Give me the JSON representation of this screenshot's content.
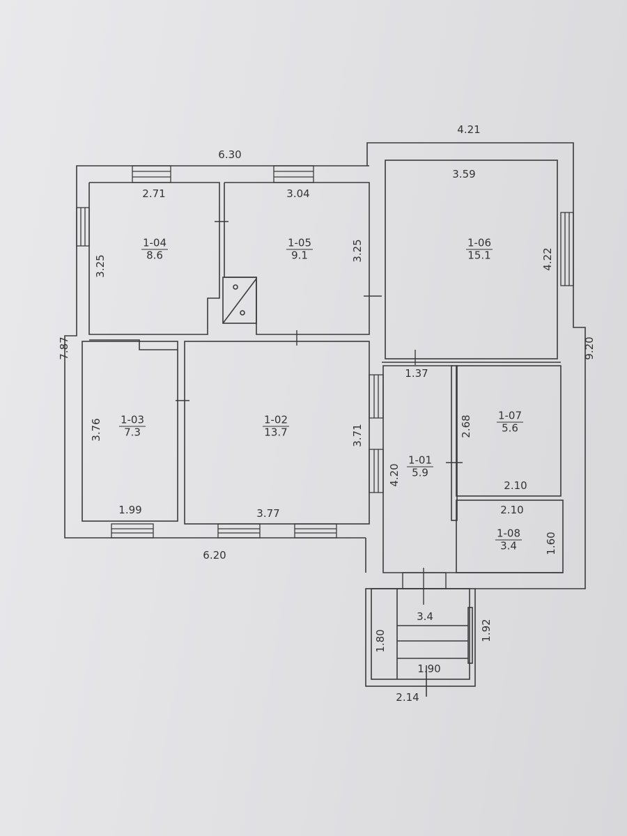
{
  "rooms": [
    {
      "id": "1-01",
      "area": "5.9"
    },
    {
      "id": "1-02",
      "area": "13.7"
    },
    {
      "id": "1-03",
      "area": "7.3"
    },
    {
      "id": "1-04",
      "area": "8.6"
    },
    {
      "id": "1-05",
      "area": "9.1"
    },
    {
      "id": "1-06",
      "area": "15.1"
    },
    {
      "id": "1-07",
      "area": "5.6"
    },
    {
      "id": "1-08",
      "area": "3.4"
    }
  ],
  "porch_area": "3.4",
  "dimensions": {
    "top_left": "6.30",
    "top_right": "4.21",
    "left_total": "7.87",
    "right_total": "9.20",
    "bottom_left": "6.20",
    "r104_w": "2.71",
    "r104_h": "3.25",
    "r105_w": "3.04",
    "r105_h": "3.25",
    "r106_w": "3.59",
    "r106_h": "4.22",
    "r103_h": "3.76",
    "r103_w": "1.99",
    "r102_w": "3.77",
    "r102_h": "3.71",
    "r101_w": "1.37",
    "r101_h": "4.20",
    "r107_h": "2.68",
    "r107_w": "2.10",
    "r108_w": "2.10",
    "r108_h": "1.60",
    "porch_w_inner": "1.90",
    "porch_w_outer": "2.14",
    "porch_h_left": "1.80",
    "porch_h_right": "1.92"
  }
}
